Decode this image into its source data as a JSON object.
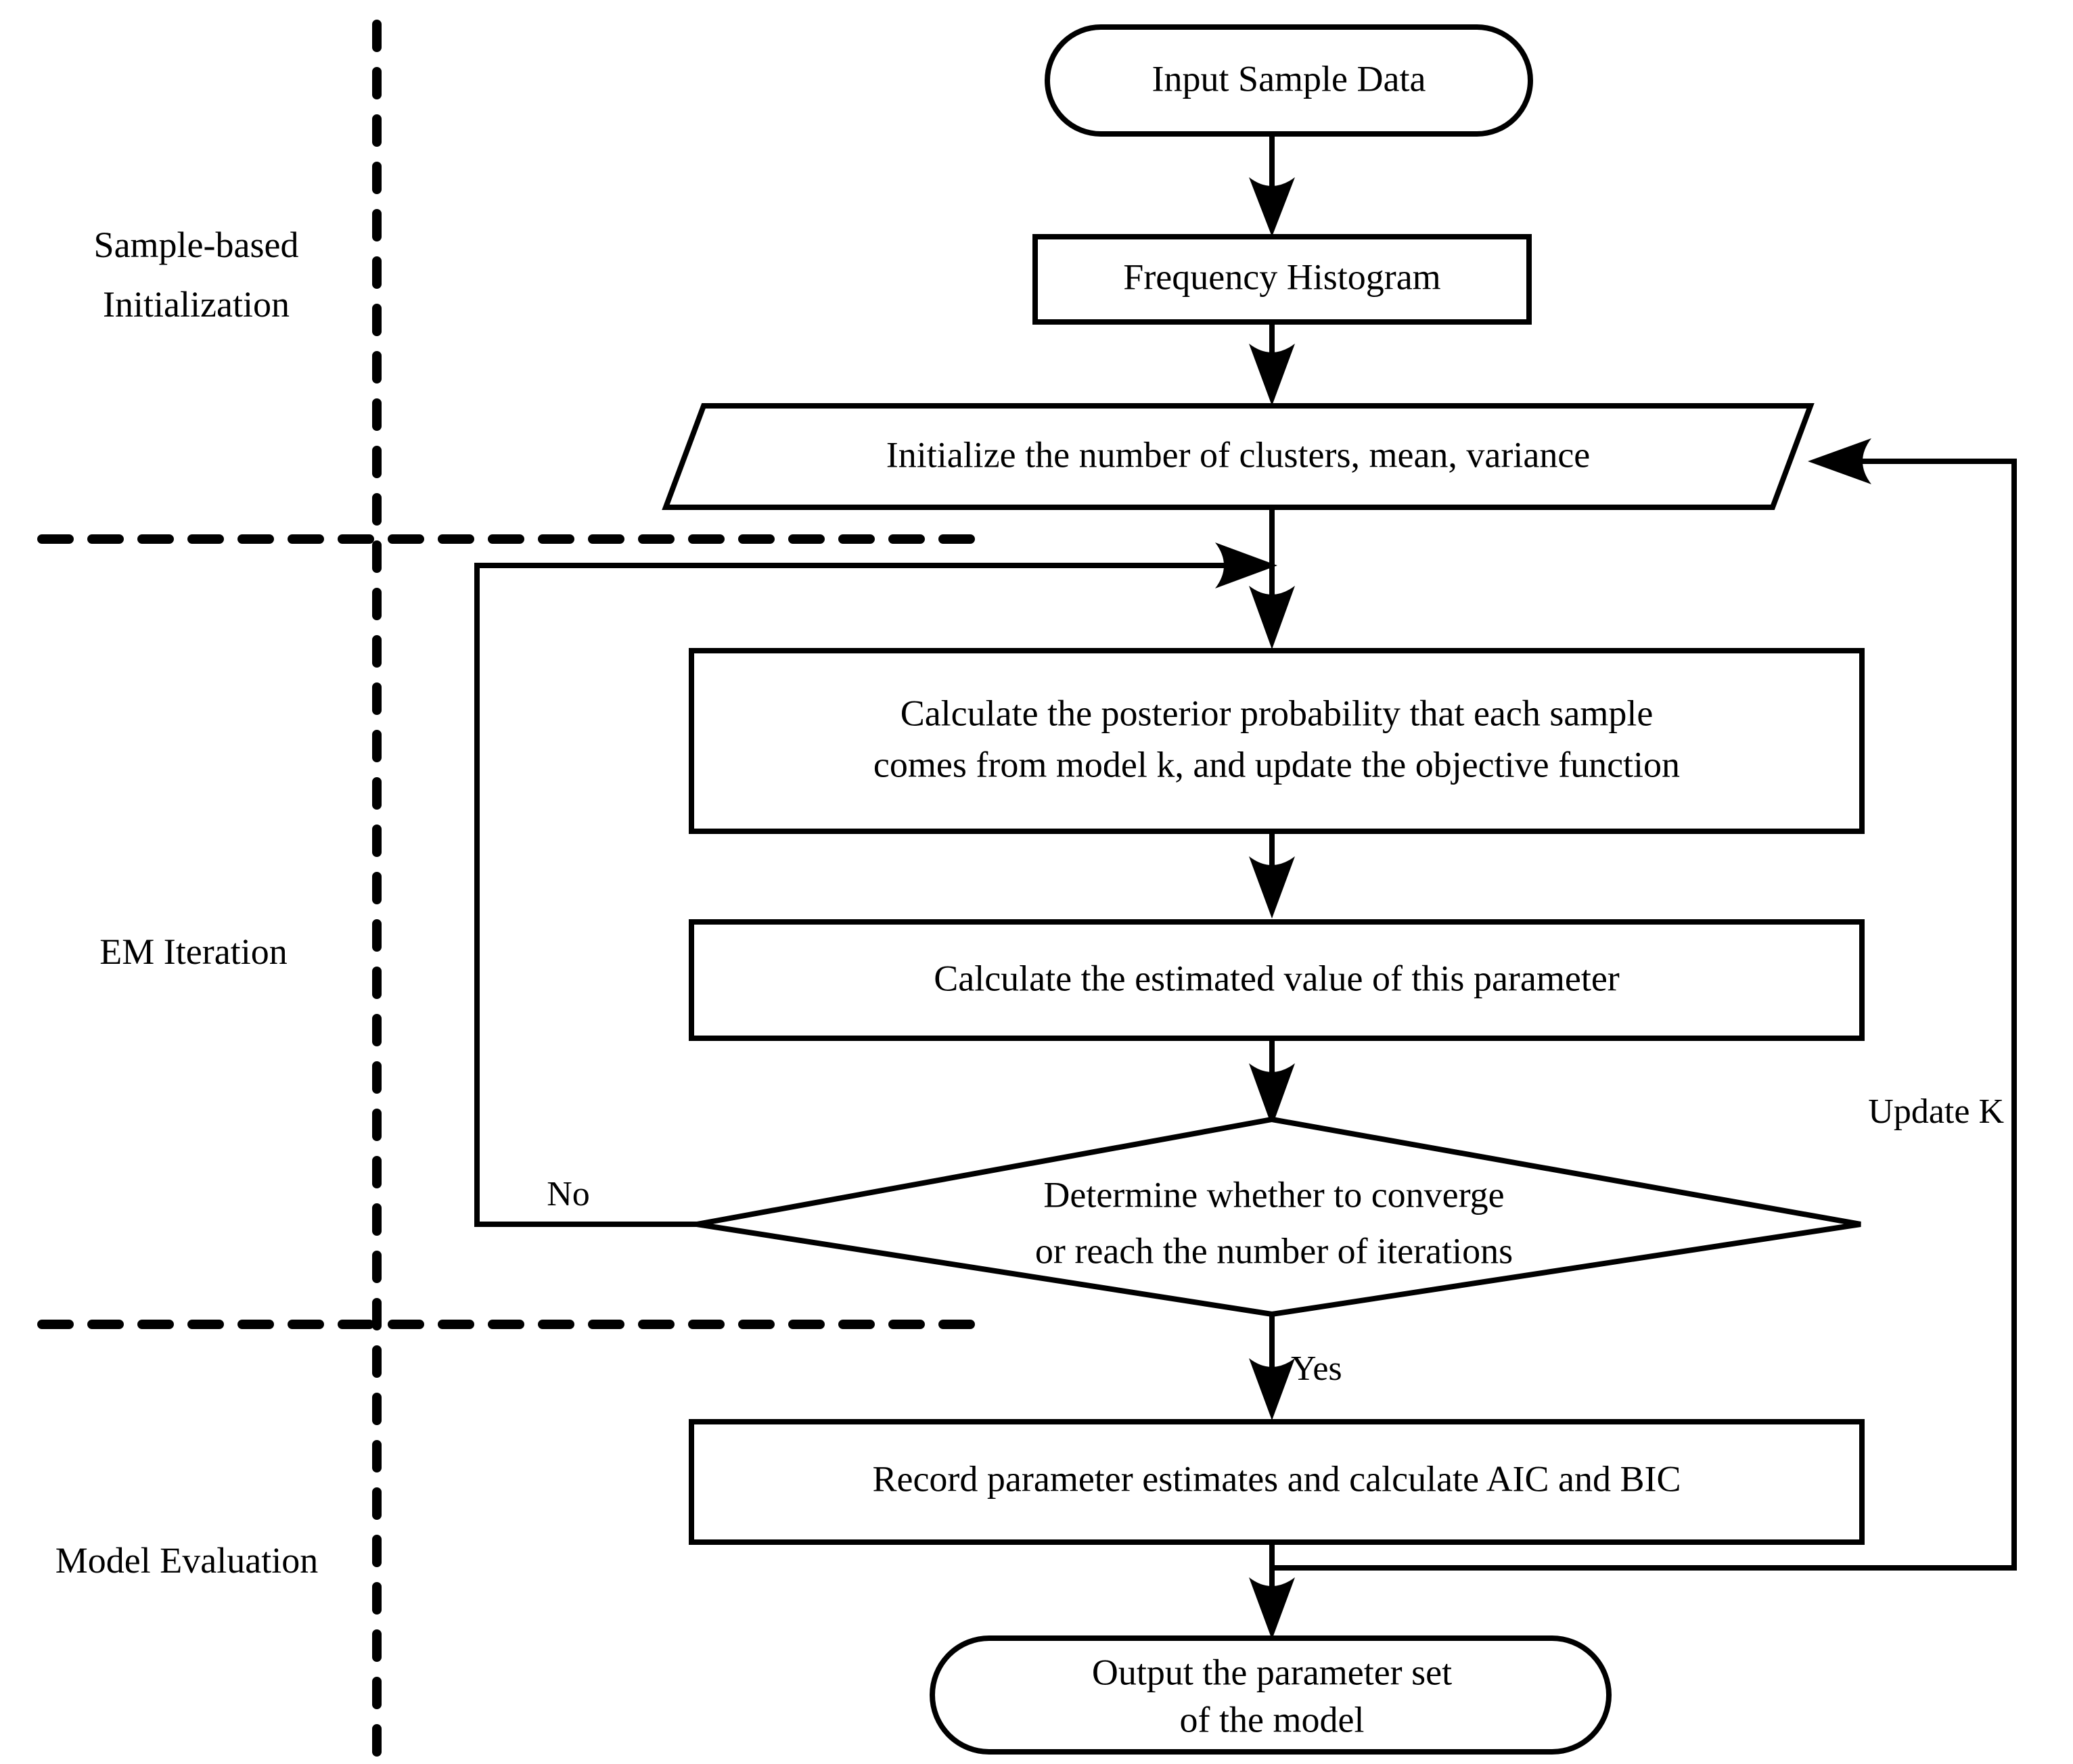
{
  "diagram": {
    "title_visible": false,
    "colors": {
      "stroke": "#000000",
      "fill": "#ffffff",
      "text": "#000000"
    },
    "stage_labels": [
      {
        "id": "stage-initialization",
        "line1": "Sample-based",
        "line2": "Initialization"
      },
      {
        "id": "stage-em",
        "line1": "EM Iteration",
        "line2": ""
      },
      {
        "id": "stage-eval",
        "line1": "Model Evaluation",
        "line2": ""
      }
    ],
    "nodes": [
      {
        "id": "input-sample-data",
        "shape": "terminator",
        "line1": "Input Sample Data",
        "line2": ""
      },
      {
        "id": "frequency-histogram",
        "shape": "process",
        "line1": "Frequency Histogram",
        "line2": ""
      },
      {
        "id": "initialize-clusters",
        "shape": "parallelogram",
        "line1": "Initialize the number of clusters, mean, variance",
        "line2": ""
      },
      {
        "id": "calculate-posterior",
        "shape": "process",
        "line1": "Calculate the posterior probability that each sample",
        "line2": "comes from model k, and update the objective function"
      },
      {
        "id": "calculate-estimate",
        "shape": "process",
        "line1": "Calculate the estimated value of this parameter",
        "line2": ""
      },
      {
        "id": "convergence-decision",
        "shape": "decision",
        "line1": "Determine whether to converge",
        "line2": "or reach the number of iterations"
      },
      {
        "id": "record-aic-bic",
        "shape": "process",
        "line1": "Record parameter estimates and calculate AIC and BIC",
        "line2": ""
      },
      {
        "id": "output-parameter-set",
        "shape": "terminator",
        "line1": "Output the parameter set",
        "line2": "of the model"
      }
    ],
    "edge_labels": [
      {
        "id": "edge-label-no",
        "text": "No"
      },
      {
        "id": "edge-label-yes",
        "text": "Yes"
      },
      {
        "id": "edge-label-update-k",
        "text": "Update K"
      }
    ]
  }
}
